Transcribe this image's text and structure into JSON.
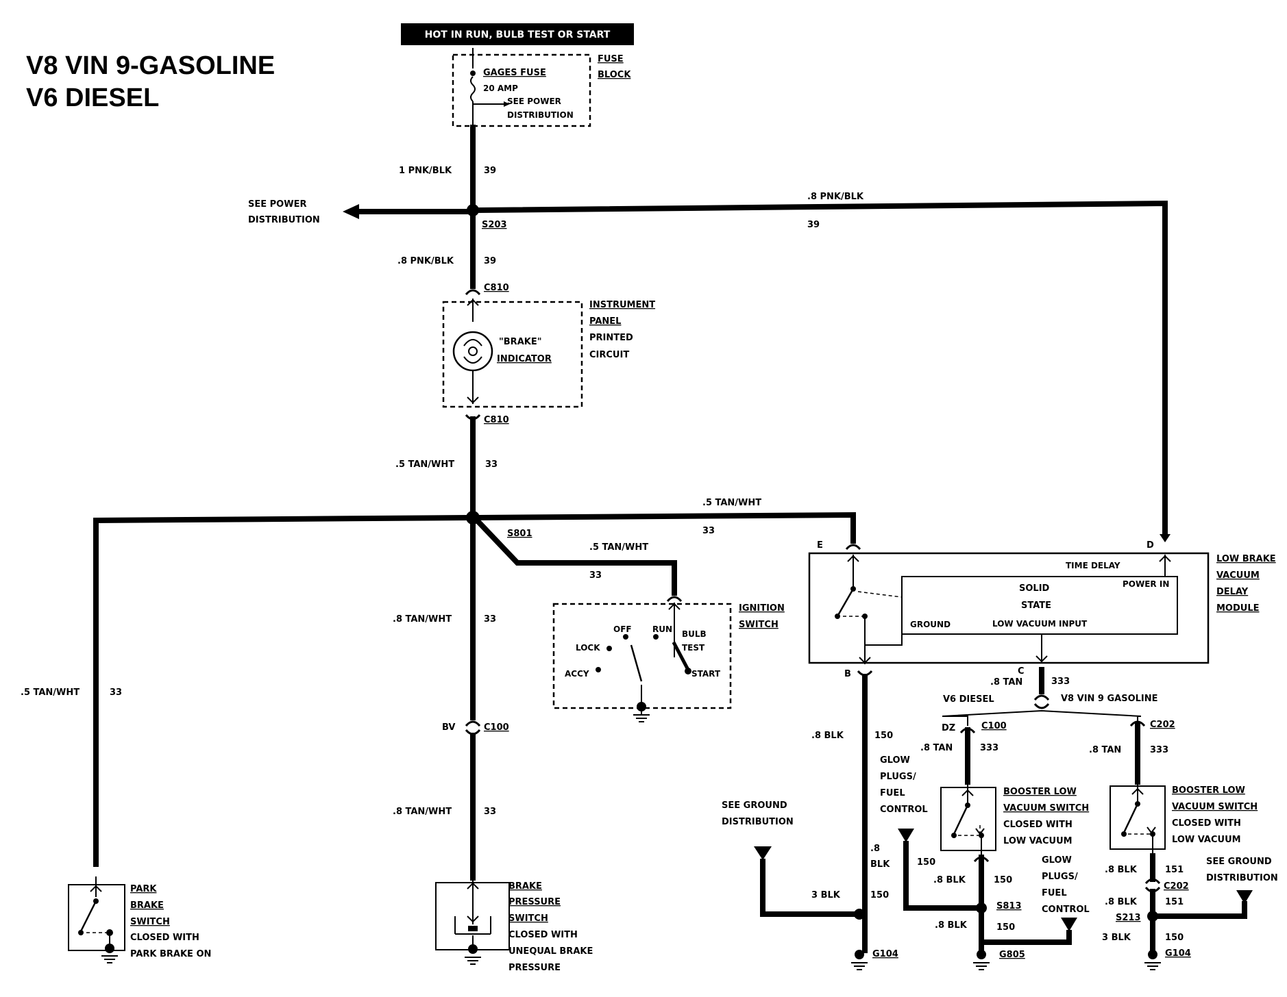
{
  "title": {
    "line1": "V8 VIN 9-GASOLINE",
    "line2": "V6 DIESEL"
  },
  "header_banner": "HOT IN RUN,  BULB TEST OR START",
  "fuse": {
    "name": "GAGES FUSE",
    "rating": "20 AMP",
    "see_power_1": "SEE POWER",
    "see_power_2": "DISTRIBUTION",
    "block_1": "FUSE",
    "block_2": "BLOCK"
  },
  "wires": {
    "w1_pnk": "1 PNK/BLK",
    "w1_num": "39",
    "w2_pnk": ".8 PNK/BLK",
    "w2_num": "39",
    "w_top_pnk": ".8 PNK/BLK",
    "w_top_num": "39",
    "w_tan1": ".5 TAN/WHT",
    "w_tan1_num": "33",
    "w_tan_right": ".5 TAN/WHT",
    "w_tan_right_num": "33",
    "w_tan_ign": ".5 TAN/WHT",
    "w_tan_ign_num": "33",
    "w_tan_mid": ".8 TAN/WHT",
    "w_tan_mid_num": "33",
    "w_tan_low": ".8 TAN/WHT",
    "w_tan_low_num": "33",
    "w_tan_left": ".5 TAN/WHT",
    "w_tan_left_num": "33",
    "w_blk_b": ".8 BLK",
    "w_blk_b_num": "150",
    "w_blk_b2_a": ".8",
    "w_blk_b2_b": "BLK",
    "w_blk_3": "3 BLK",
    "w_blk_3_num": "150",
    "w_tan_c": ".8 TAN",
    "w_tan_c_num": "333",
    "w_tan_dz": ".8 TAN",
    "w_tan_dz_num": "333",
    "w_tan_c202": ".8 TAN",
    "w_tan_c202_num": "333",
    "w_glow_num": "150",
    "w_blk_813": ".8 BLK",
    "w_blk_813_num": "150",
    "w_blk_805": ".8 BLK",
    "w_blk_805_num": "150",
    "w_blk_151": ".8 BLK",
    "w_blk_151_num": "151",
    "w_blk_151b": ".8 BLK",
    "w_blk_151b_num": "151",
    "w_blk_3b": "3 BLK",
    "w_blk_3b_num": "150"
  },
  "see_power_left_1": "SEE POWER",
  "see_power_left_2": "DISTRIBUTION",
  "splices": {
    "s203": "S203",
    "s801": "S801",
    "s813": "S813",
    "s213": "S213"
  },
  "connectors": {
    "c810_top": "C810",
    "c810_bot": "C810",
    "c100": "C100",
    "c100_pin": "BV",
    "c100_dz": "C100",
    "c100_dz_pin": "DZ",
    "c202_top": "C202",
    "c202_bot": "C202"
  },
  "grounds": {
    "g104a": "G104",
    "g805": "G805",
    "g104b": "G104"
  },
  "instrument": {
    "indicator_1": "\"BRAKE\"",
    "indicator_2": "INDICATOR",
    "panel_1": "INSTRUMENT",
    "panel_2": "PANEL",
    "panel_3": "PRINTED",
    "panel_4": "CIRCUIT"
  },
  "ignition": {
    "name_1": "IGNITION",
    "name_2": "SWITCH",
    "off": "OFF",
    "run": "RUN",
    "lock": "LOCK",
    "accy": "ACCY",
    "bulb_1": "BULB",
    "bulb_2": "TEST",
    "start": "START"
  },
  "module": {
    "name_1": "LOW BRAKE",
    "name_2": "VACUUM",
    "name_3": "DELAY",
    "name_4": "MODULE",
    "time_delay": "TIME DELAY",
    "power_in": "POWER IN",
    "solid": "SOLID",
    "state": "STATE",
    "ground": "GROUND",
    "low_vac": "LOW VACUUM INPUT",
    "pin_e": "E",
    "pin_d": "D",
    "pin_b": "B",
    "pin_c": "C"
  },
  "variants": {
    "v6": "V6 DIESEL",
    "v8": "V8 VIN 9 GASOLINE"
  },
  "glow_1": {
    "l1": "GLOW",
    "l2": "PLUGS/",
    "l3": "FUEL",
    "l4": "CONTROL"
  },
  "glow_2": {
    "l1": "GLOW",
    "l2": "PLUGS/",
    "l3": "FUEL",
    "l4": "CONTROL"
  },
  "see_ground_1": {
    "l1": "SEE GROUND",
    "l2": "DISTRIBUTION"
  },
  "see_ground_2": {
    "l1": "SEE GROUND",
    "l2": "DISTRIBUTION"
  },
  "booster_1": {
    "l1": "BOOSTER LOW",
    "l2": "VACUUM SWITCH",
    "l3": "CLOSED WITH",
    "l4": "LOW VACUUM"
  },
  "booster_2": {
    "l1": "BOOSTER LOW",
    "l2": "VACUUM SWITCH",
    "l3": "CLOSED WITH",
    "l4": "LOW VACUUM"
  },
  "park_brake": {
    "l1": "PARK",
    "l2": "BRAKE",
    "l3": "SWITCH",
    "l4": "CLOSED WITH",
    "l5": "PARK BRAKE ON"
  },
  "brake_pressure": {
    "l1": "BRAKE",
    "l2": "PRESSURE",
    "l3": "SWITCH",
    "l4": "CLOSED WITH",
    "l5": "UNEQUAL BRAKE",
    "l6": "PRESSURE"
  }
}
